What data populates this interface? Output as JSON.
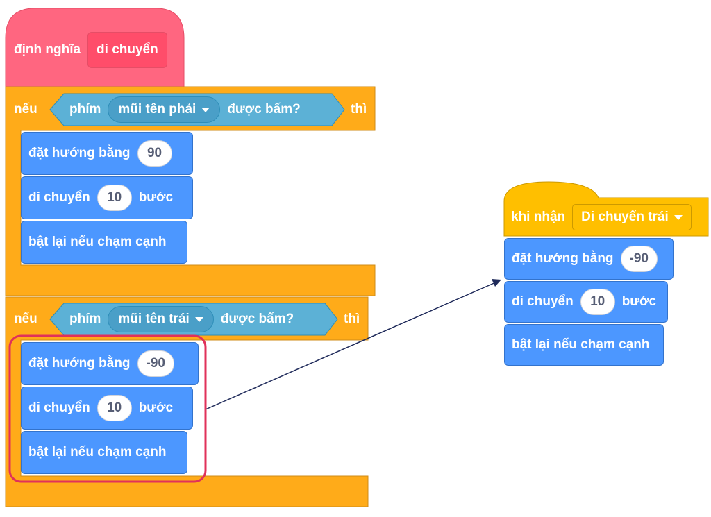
{
  "define_block": {
    "label": "định nghĩa",
    "name": "di chuyển",
    "color": "#FF6680"
  },
  "if_right": {
    "if_label": "nếu",
    "key_label": "phím",
    "key": "mũi tên phải",
    "pressed_label": "được bấm?",
    "then_label": "thì",
    "blocks": [
      {
        "text": "đặt hướng bằng",
        "value": "90"
      },
      {
        "text": "di chuyển",
        "value": "10",
        "suffix": "bước"
      },
      {
        "text": "bật lại nếu chạm cạnh"
      }
    ]
  },
  "if_left": {
    "if_label": "nếu",
    "key_label": "phím",
    "key": "mũi tên trái",
    "pressed_label": "được bấm?",
    "then_label": "thì",
    "blocks": [
      {
        "text": "đặt hướng bằng",
        "value": "-90"
      },
      {
        "text": "di chuyển",
        "value": "10",
        "suffix": "bước"
      },
      {
        "text": "bật lại nếu chạm cạnh"
      }
    ]
  },
  "event_script": {
    "hat_label": "khi nhận",
    "message": "Di chuyển trái",
    "blocks": [
      {
        "text": "đặt hướng bằng",
        "value": "-90"
      },
      {
        "text": "di chuyển",
        "value": "10",
        "suffix": "bước"
      },
      {
        "text": "bật lại nếu chạm cạnh"
      }
    ]
  },
  "colors": {
    "motion": "#4C97FF",
    "control": "#FFAB19",
    "sensing": "#5CB1D6",
    "event": "#FFBF00",
    "highlight": "#E0315A",
    "arrow": "#1F2A5A"
  }
}
